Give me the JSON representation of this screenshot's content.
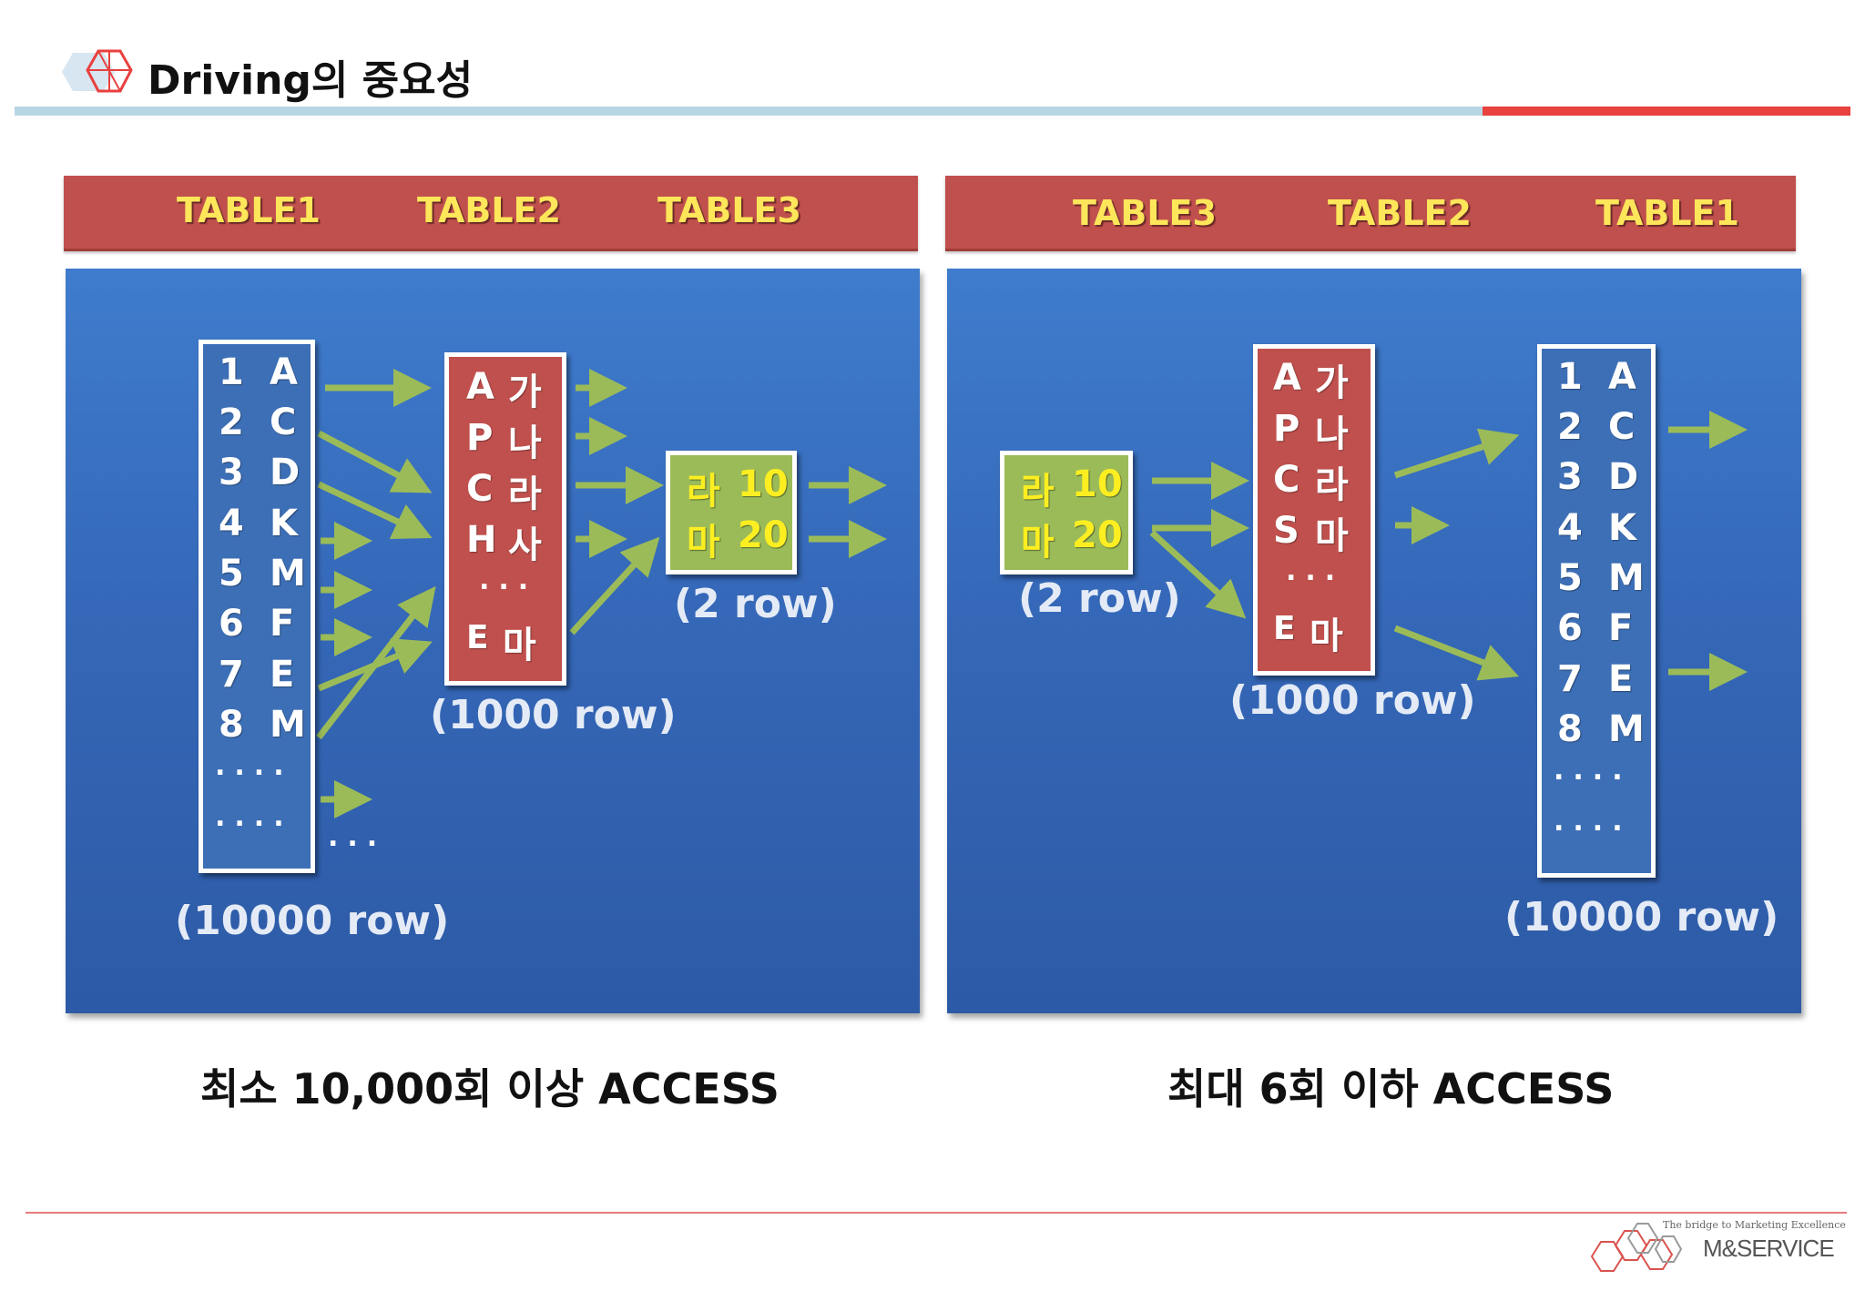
{
  "header": {
    "title": "Driving의 중요성"
  },
  "left": {
    "flow": [
      "TABLE1",
      "TABLE2",
      "TABLE3"
    ],
    "table1": {
      "rows": [
        [
          "1",
          "A"
        ],
        [
          "2",
          "C"
        ],
        [
          "3",
          "D"
        ],
        [
          "4",
          "K"
        ],
        [
          "5",
          "M"
        ],
        [
          "6",
          "F"
        ],
        [
          "7",
          "E"
        ],
        [
          "8",
          "M"
        ]
      ],
      "dots1": "....",
      "dots2": "....",
      "extra_dots": "...",
      "row_label": "(10000 row)"
    },
    "table2": {
      "rows": [
        [
          "A",
          "가"
        ],
        [
          "P",
          "나"
        ],
        [
          "C",
          "라"
        ],
        [
          "H",
          "사"
        ]
      ],
      "dots": "...",
      "last": [
        "E",
        "마"
      ],
      "row_label": "(1000 row)"
    },
    "table3": {
      "rows": [
        [
          "라",
          "10"
        ],
        [
          "마",
          "20"
        ]
      ],
      "row_label": "(2 row)"
    },
    "caption": "최소 10,000회 이상 ACCESS"
  },
  "right": {
    "flow": [
      "TABLE3",
      "TABLE2",
      "TABLE1"
    ],
    "table3": {
      "rows": [
        [
          "라",
          "10"
        ],
        [
          "마",
          "20"
        ]
      ],
      "row_label": "(2 row)"
    },
    "table2": {
      "rows": [
        [
          "A",
          "가"
        ],
        [
          "P",
          "나"
        ],
        [
          "C",
          "라"
        ],
        [
          "S",
          "마"
        ]
      ],
      "dots": "...",
      "last": [
        "E",
        "마"
      ],
      "row_label": "(1000 row)"
    },
    "table1": {
      "rows": [
        [
          "1",
          "A"
        ],
        [
          "2",
          "C"
        ],
        [
          "3",
          "D"
        ],
        [
          "4",
          "K"
        ],
        [
          "5",
          "M"
        ],
        [
          "6",
          "F"
        ],
        [
          "7",
          "E"
        ],
        [
          "8",
          "M"
        ]
      ],
      "dots1": "....",
      "dots2": "....",
      "row_label": "(10000 row)"
    },
    "caption": "최대 6회 이하 ACCESS"
  },
  "footer": {
    "logo_text": "M&SERVICE",
    "tagline": "The bridge to Marketing Excellence"
  },
  "colors": {
    "panel_blue": "#3568b8",
    "bar_red": "#c0504d",
    "table_green": "#9bbb59",
    "arrow_green": "#9bbb59",
    "flow_text_yellow": "#fde65a"
  }
}
